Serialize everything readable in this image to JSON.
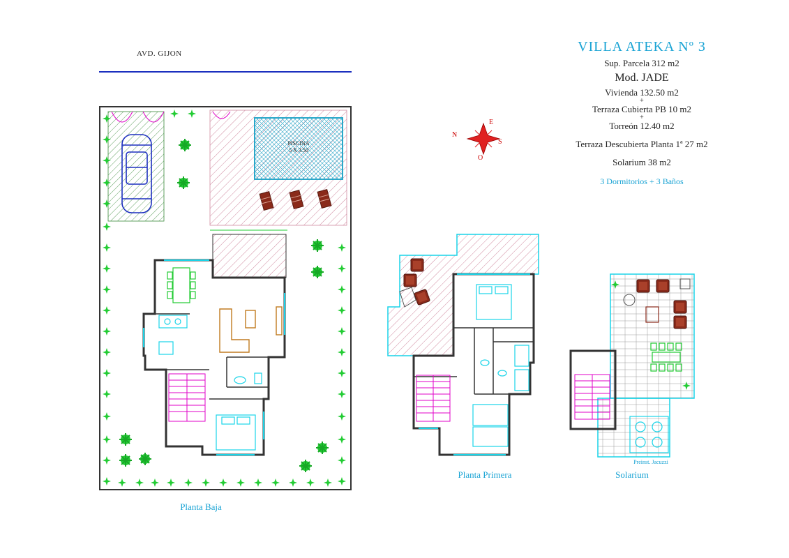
{
  "street_label": "AVD. GIJON",
  "title_block": {
    "title": "VILLA  ATEKA  Nº 3",
    "plot_area": "Sup. Parcela  312 m2",
    "model": "Mod.  JADE",
    "dwelling": "Vivienda 132.50 m2",
    "plus1": "+",
    "covered_terrace": "Terraza Cubierta PB 10 m2",
    "plus2": "+",
    "tower": "Torreón 12.40 m2",
    "open_terrace": "Terraza Descubierta Planta 1ª  27 m2",
    "solarium": "Solarium  38 m2",
    "rooms": "3 Dormitorios + 3 Baños"
  },
  "pool": {
    "label": "PISCINA",
    "size": "5 X 3.50"
  },
  "compass": {
    "n": "N",
    "e": "E",
    "s": "S",
    "o": "O"
  },
  "captions": {
    "ground": "Planta Baja",
    "first": "Planta Primera",
    "solarium": "Solarium"
  },
  "jacuzzi_note": "Preinst. Jacuzzi",
  "colors": {
    "accent_cyan": "#19a3d4",
    "street_blue": "#1c2fbf",
    "hatch_red": "#d08aa0",
    "plant_green": "#22cc33",
    "stair_magenta": "#e000c8",
    "furniture_brown": "#8a2a1a"
  }
}
